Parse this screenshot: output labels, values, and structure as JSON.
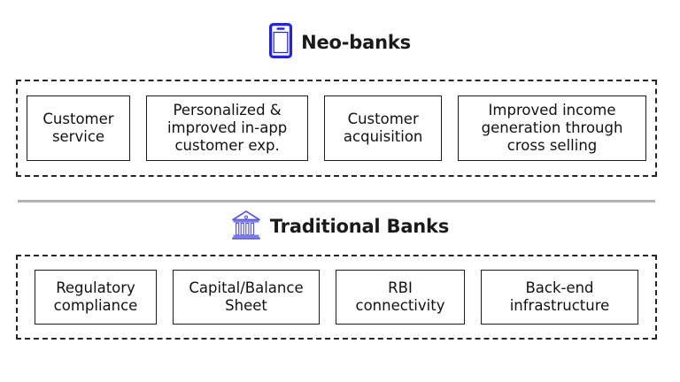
{
  "colors": {
    "accent_blue": "#2222ee",
    "bank_icon_blue": "#5a5ae0",
    "text_dark": "#111111",
    "border_dark": "#1c1c1c",
    "divider_gray": "#b3b3b3",
    "background": "#ffffff"
  },
  "sections": [
    {
      "id": "neobanks",
      "title": "Neo-banks",
      "icon": "smartphone-icon",
      "cards": [
        {
          "label": "Customer service"
        },
        {
          "label": "Personalized & improved in-app customer exp."
        },
        {
          "label": "Customer acquisition"
        },
        {
          "label": "Improved income generation through cross selling"
        }
      ]
    },
    {
      "id": "traditional",
      "title": "Traditional Banks",
      "icon": "bank-building-icon",
      "cards": [
        {
          "label": "Regulatory compliance"
        },
        {
          "label": "Capital/Balance Sheet"
        },
        {
          "label": "RBI connectivity"
        },
        {
          "label": "Back-end infrastructure"
        }
      ]
    }
  ]
}
